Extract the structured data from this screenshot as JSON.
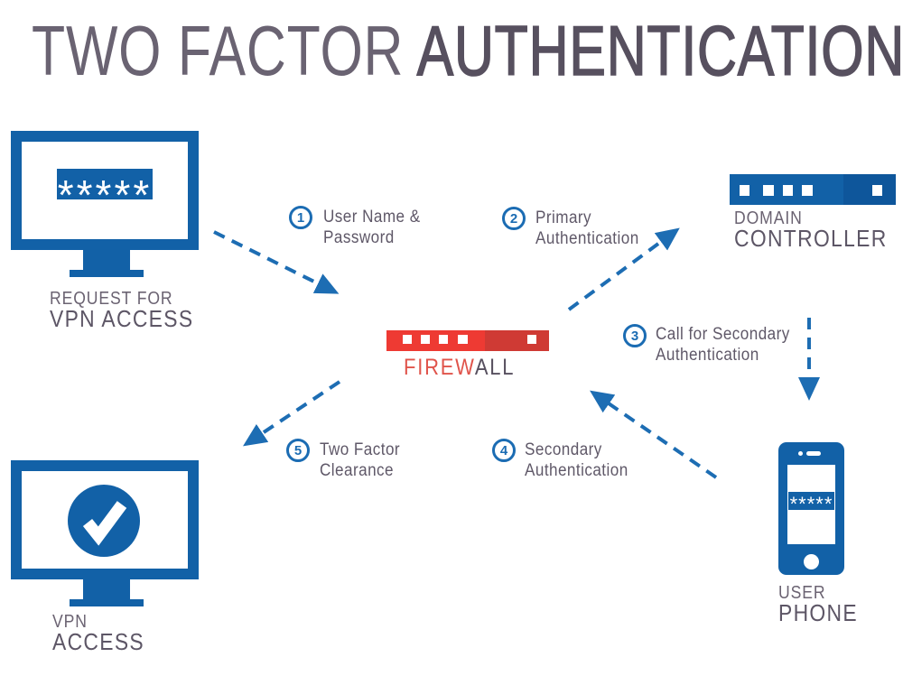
{
  "title": {
    "part1": "TWO FACTOR ",
    "part2": "AUTHENTICATION"
  },
  "nodes": {
    "request": {
      "line1": "REQUEST FOR",
      "line2": "VPN ACCESS",
      "password": "*****"
    },
    "domain_controller": {
      "line1": "DOMAIN",
      "line2": "CONTROLLER"
    },
    "firewall": {
      "label_part1": "FIREW",
      "label_part2": "ALL"
    },
    "user_phone": {
      "line1": "USER",
      "line2": "PHONE",
      "password": "*****"
    },
    "vpn_access": {
      "line1": "VPN",
      "line2": "ACCESS"
    }
  },
  "steps": [
    {
      "num": "1",
      "line1": "User Name &",
      "line2": "Password"
    },
    {
      "num": "2",
      "line1": "Primary",
      "line2": "Authentication"
    },
    {
      "num": "3",
      "line1": "Call for Secondary",
      "line2": "Authentication"
    },
    {
      "num": "4",
      "line1": "Secondary",
      "line2": "Authentication"
    },
    {
      "num": "5",
      "line1": "Two Factor",
      "line2": "Clearance"
    }
  ],
  "colors": {
    "device_blue": "#1261a7",
    "arrow_blue": "#1d6db3",
    "firewall_red": "#ee3a33",
    "firewall_red_dark": "#cf3a34",
    "label_gray": "#5d5666",
    "firewall_label_red": "#e0544b"
  }
}
